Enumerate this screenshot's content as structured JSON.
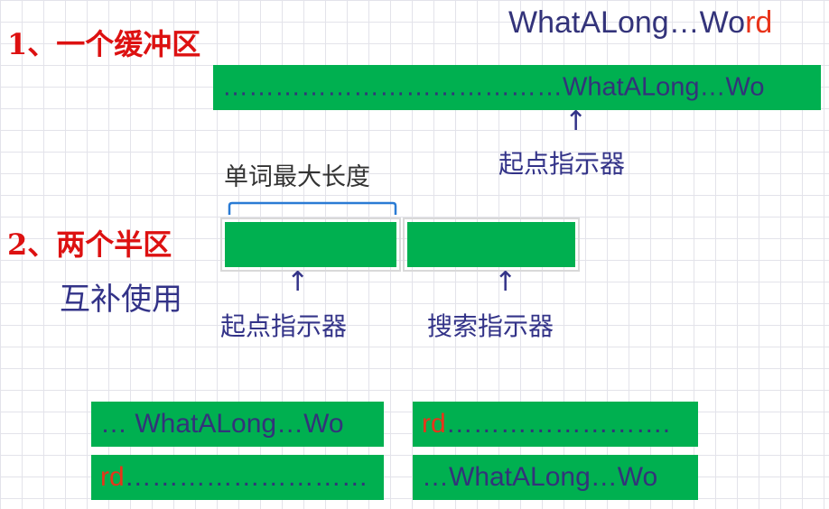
{
  "title": {
    "prefix": "WhatALong…Wo",
    "suffix": "rd"
  },
  "section1": {
    "heading": "1、一个缓冲区",
    "buffer_text": "…………………………………WhatALong…Wo",
    "pointer_label": "起点指示器",
    "arrow": "↑"
  },
  "section2": {
    "heading": "2、两个半区",
    "subtitle": "互补使用",
    "brace_label": "单词最大长度",
    "start_pointer": "起点指示器",
    "search_pointer": "搜索指示器",
    "arrow": "↑"
  },
  "examples": {
    "left_top": "… WhatALong…Wo",
    "right_top": {
      "red": "rd",
      "rest": "……………………."
    },
    "left_bottom": {
      "red": "rd",
      "rest": "………………………"
    },
    "right_bottom": "…WhatALong…Wo"
  },
  "colors": {
    "bar": "#00b050",
    "heading": "#dd1111",
    "text": "#33337a",
    "accent": "#e8331a",
    "brace": "#2a7bd4"
  }
}
